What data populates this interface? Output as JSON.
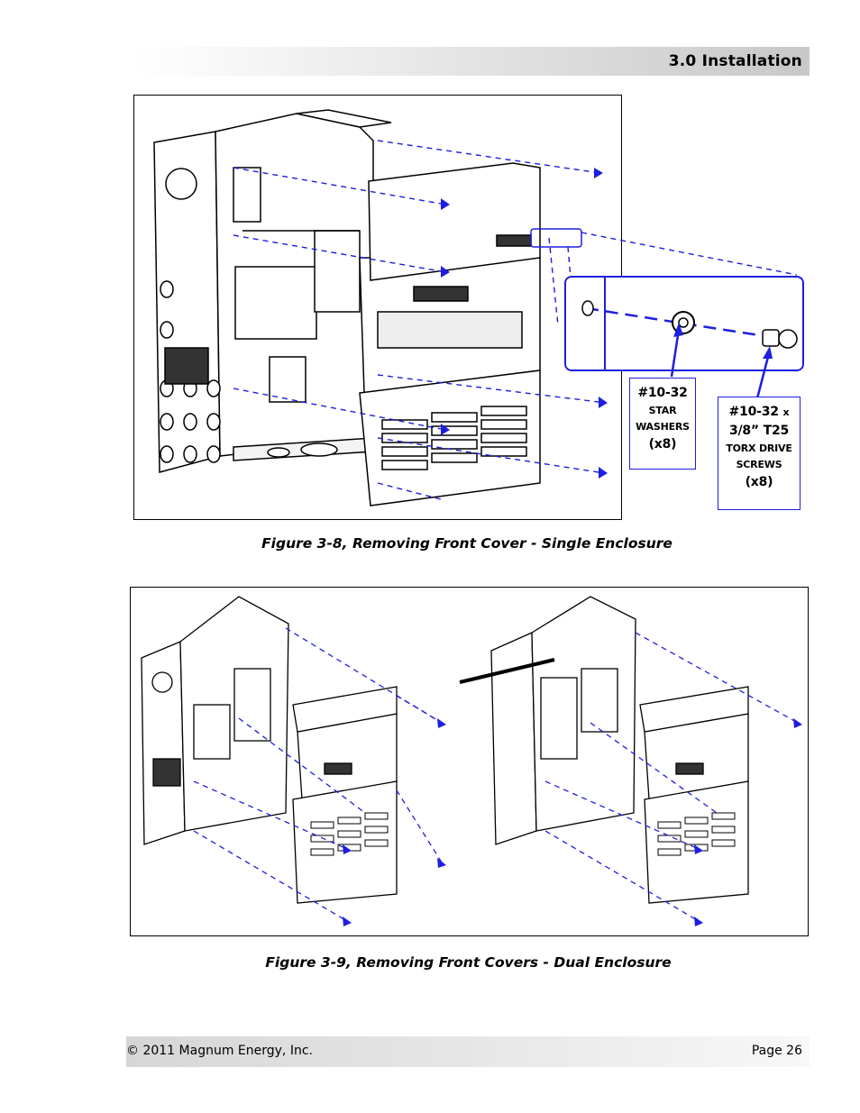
{
  "header": {
    "title": "3.0 Installation"
  },
  "figure1": {
    "caption": "Figure 3-8, Removing Front Cover - Single Enclosure",
    "label_washers": {
      "l1": "#10-32",
      "l2": "Star",
      "l3": "Washers",
      "l4": "(x8)"
    },
    "label_screws": {
      "l1": "#10-32",
      "l1b": "x",
      "l2": "3/8” T25",
      "l3": "Torx Drive",
      "l4": "Screws",
      "l5": "(x8)"
    }
  },
  "figure2": {
    "caption": "Figure 3-9, Removing Front Covers - Dual Enclosure"
  },
  "footer": {
    "copyright": "© 2011 Magnum Energy, Inc.",
    "page": "Page 26"
  }
}
